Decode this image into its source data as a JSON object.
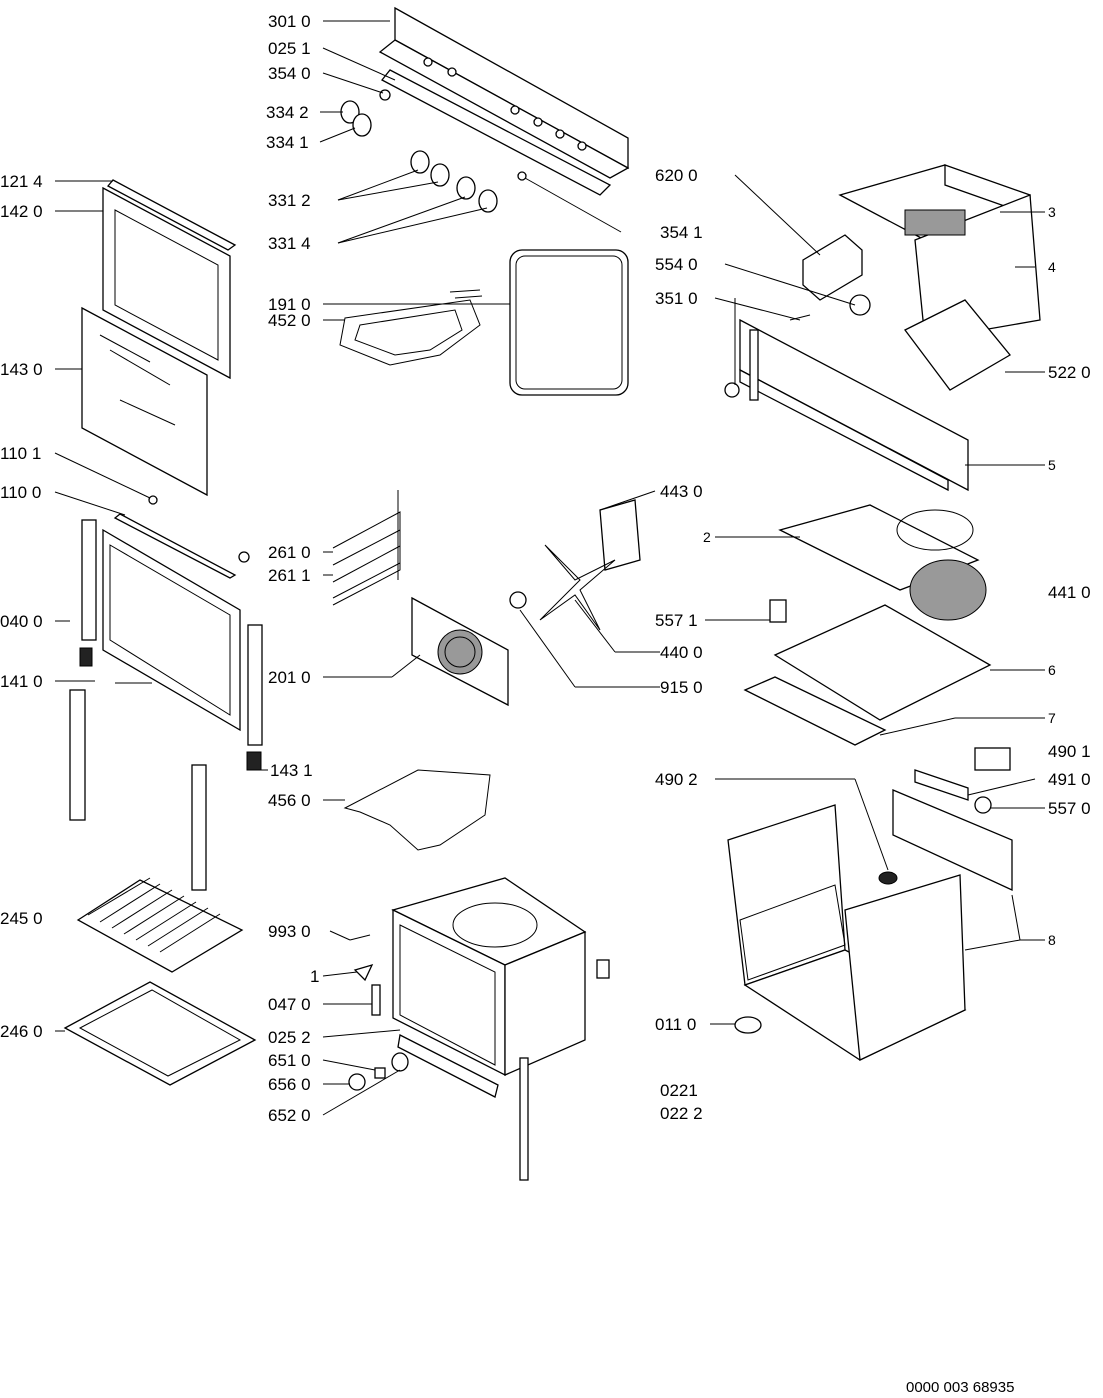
{
  "labels": {
    "p3010": "301 0",
    "p0251": "025 1",
    "p3540": "354 0",
    "p3342": "334 2",
    "p3341": "334 1",
    "p3312": "331 2",
    "p3314": "331 4",
    "p3541": "354 1",
    "p1214": "121 4",
    "p1420": "142 0",
    "p1910": "191 0",
    "p1430": "143 0",
    "p4520": "452 0",
    "p1101": "110 1",
    "p1100": "110 0",
    "p2610": "261 0",
    "p2611": "261 1",
    "p0400": "040 0",
    "p2010": "201 0",
    "p1410": "141 0",
    "p1431": "143 1",
    "p4560": "456 0",
    "p2450": "245 0",
    "p9930": "993 0",
    "p1": "1",
    "p0470": "047 0",
    "p2460": "246 0",
    "p0252": "025 2",
    "p6510": "651 0",
    "p6560": "656 0",
    "p6520": "652 0",
    "p6200": "620 0",
    "p3": "3",
    "p5540": "554 0",
    "p4": "4",
    "p3510": "351 0",
    "p5220": "522 0",
    "p5": "5",
    "p4430": "443 0",
    "p2": "2",
    "p4410": "441 0",
    "p5571": "557 1",
    "p4400": "440 0",
    "p6": "6",
    "p9150": "915 0",
    "p7": "7",
    "p4901": "490 1",
    "p4902": "490 2",
    "p4910": "491 0",
    "p5570": "557 0",
    "p8": "8",
    "p0110": "011 0",
    "p0221": "0221",
    "p0222": "022 2"
  },
  "footer": {
    "drawing_number": "0000 003 68935"
  }
}
